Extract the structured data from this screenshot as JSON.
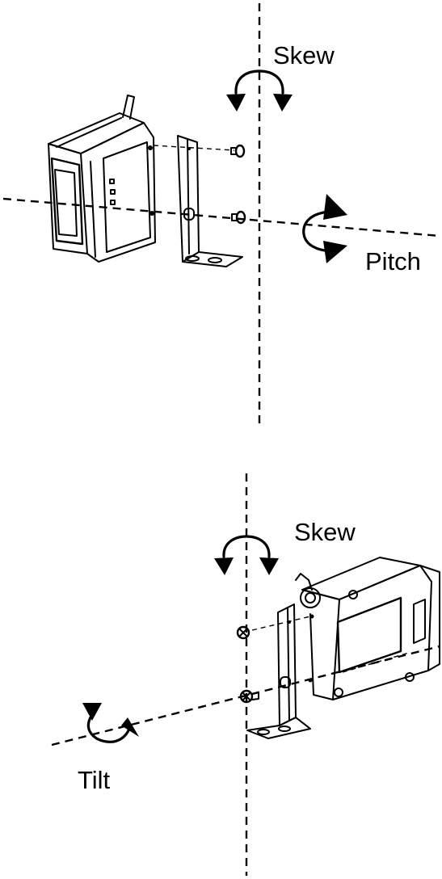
{
  "labels": {
    "top_skew": "Skew",
    "top_pitch": "Pitch",
    "bottom_skew": "Skew",
    "bottom_tilt": "Tilt"
  },
  "colors": {
    "ink": "#000000",
    "background": "#ffffff"
  },
  "icons": {
    "rotation_arrow": "curved-double-arrow-icon",
    "scanner": "barcode-scanner-icon",
    "bracket": "l-bracket-icon",
    "screw": "screw-icon"
  }
}
